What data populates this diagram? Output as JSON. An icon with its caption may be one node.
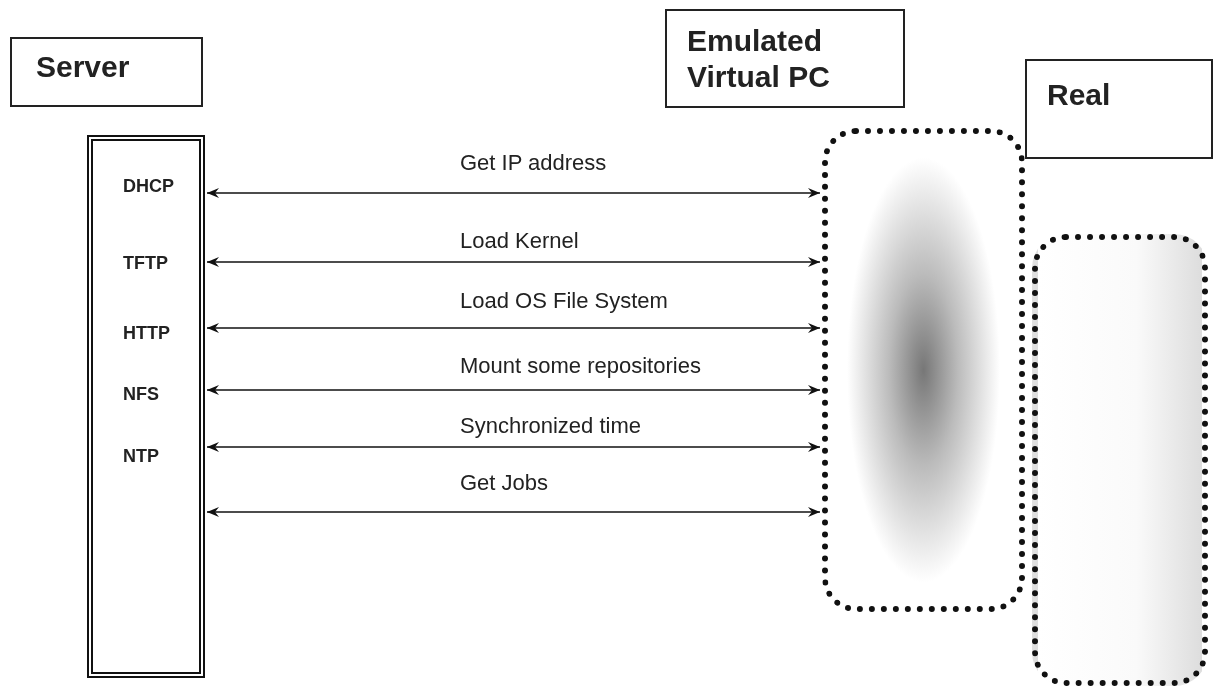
{
  "diagram": {
    "nodes": [
      {
        "text": [
          "Server"
        ]
      },
      {
        "text": [
          "DHCP",
          "TFTP",
          "HTTP",
          "NFS",
          "NTP"
        ]
      },
      {
        "text": [
          "Emulated Virtual PC"
        ]
      },
      {
        "text": [
          "Real"
        ]
      },
      {
        "text": [],
        "shape": "box"
      },
      {
        "text": [],
        "shape": "box"
      }
    ],
    "edges": [
      {
        "from": 1,
        "to": 4,
        "arrow": "both",
        "label": "Get IP address"
      },
      {
        "from": 1,
        "to": 4,
        "arrow": "both",
        "label": "Load Kernel"
      },
      {
        "from": 1,
        "to": 4,
        "arrow": "both",
        "label": "Load OS File System"
      },
      {
        "from": 1,
        "to": 4,
        "arrow": "both",
        "label": "Mount some repositories"
      },
      {
        "from": 1,
        "to": 4,
        "arrow": "both",
        "label": "Synchronized time"
      },
      {
        "from": 1,
        "to": 4,
        "arrow": "both",
        "label": "Get Jobs"
      }
    ]
  }
}
